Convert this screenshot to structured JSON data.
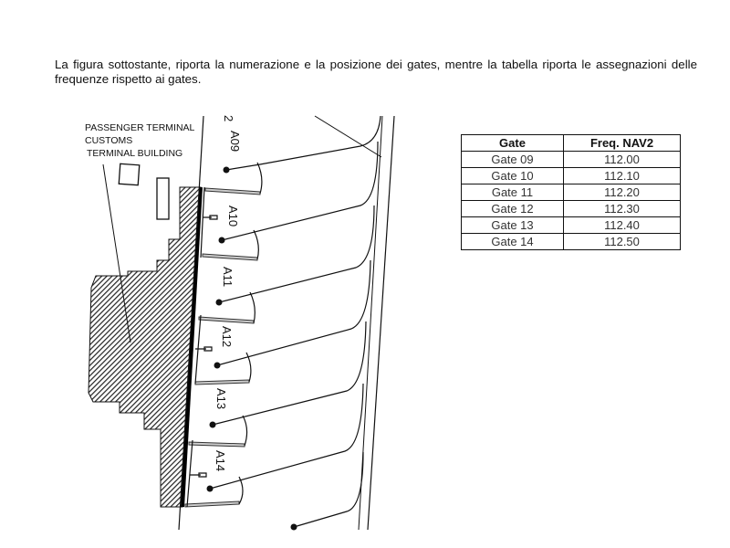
{
  "intro_text": "La figura sottostante, riporta la numerazione e la posizione dei gates, mentre la tabella riporta le assegnazioni delle frequenze rispetto ai gates.",
  "diagram": {
    "caption_lines": [
      "PASSENGER TERMINAL",
      "CUSTOMS",
      "TERMINAL BUILDING"
    ],
    "top_label": "2",
    "gates": [
      "A09",
      "A10",
      "A11",
      "A12",
      "A13",
      "A14"
    ]
  },
  "table": {
    "headers": [
      "Gate",
      "Freq. NAV2"
    ],
    "rows": [
      [
        "Gate 09",
        "112.00"
      ],
      [
        "Gate 10",
        "112.10"
      ],
      [
        "Gate 11",
        "112.20"
      ],
      [
        "Gate 12",
        "112.30"
      ],
      [
        "Gate 13",
        "112.40"
      ],
      [
        "Gate 14",
        "112.50"
      ]
    ]
  }
}
